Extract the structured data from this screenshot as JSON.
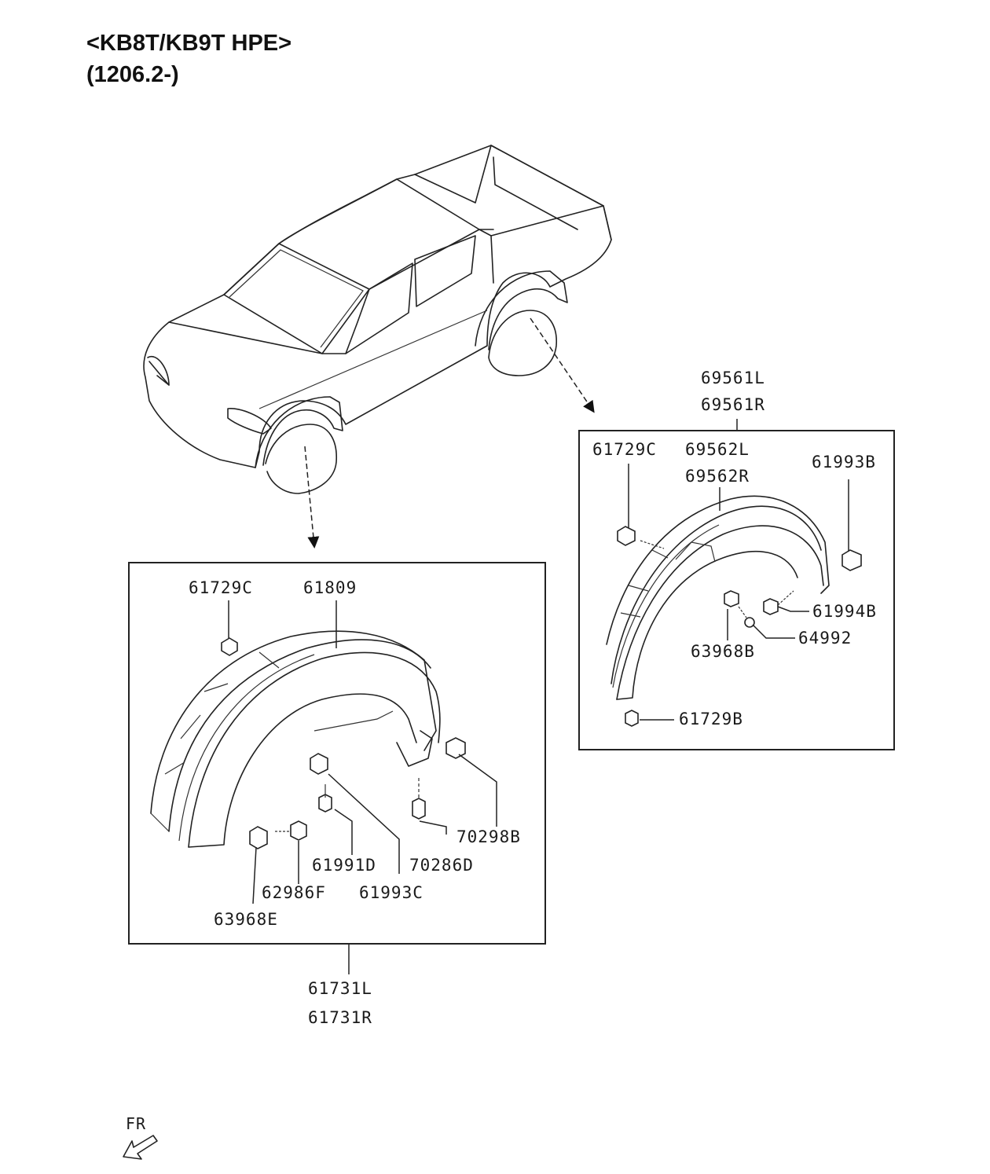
{
  "header": {
    "model": "<KB8T/KB9T HPE>",
    "date_range": "(1206.2-)"
  },
  "orientation": {
    "label": "FR",
    "icon": "front-direction-arrow-icon"
  },
  "front_assembly": {
    "assembly_parts": [
      "61731L",
      "61731R"
    ],
    "parts": {
      "clip_top": "61729C",
      "moulding": "61809",
      "nut_right": "70298B",
      "bolt_right": "70286D",
      "clip_mid": "61991D",
      "clip_lower": "61993C",
      "screw": "62986F",
      "nut_left": "63968E"
    }
  },
  "rear_assembly": {
    "assembly_parts": [
      "69561L",
      "69561R"
    ],
    "parts": {
      "clip_top": "61729C",
      "moulding_l": "69562L",
      "moulding_r": "69562R",
      "clip_right": "61993B",
      "clip_bolt": "61994B",
      "screw": "64992",
      "nut": "63968B",
      "clip_bottom": "61729B"
    }
  }
}
